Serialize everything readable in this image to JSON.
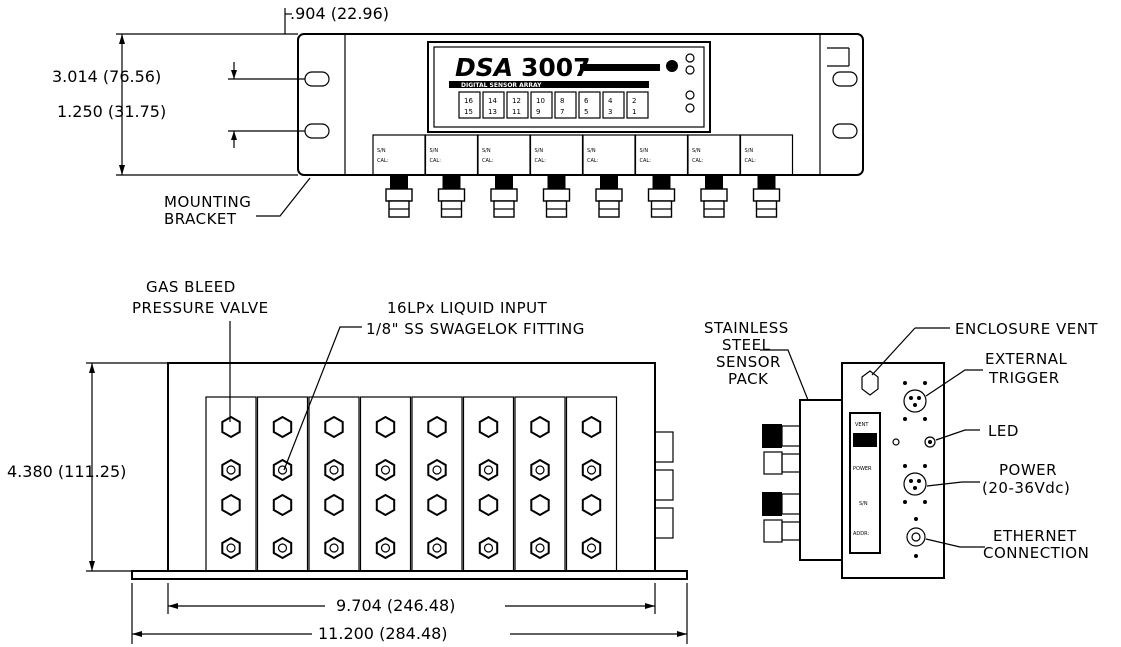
{
  "top_view": {
    "dim_offset": ".904 (22.96)",
    "dim_height": "3.014 (76.56)",
    "dim_hole": "1.250 (31.75)",
    "bracket_label_1": "MOUNTING",
    "bracket_label_2": "BRACKET",
    "brand_logo": "DSA",
    "brand_model": "3007",
    "panel_subtitle": "DIGITAL SENSOR ARRAY",
    "channels_top": [
      "16",
      "14",
      "12",
      "10",
      "8",
      "6",
      "4",
      "2"
    ],
    "channels_bottom": [
      "15",
      "13",
      "11",
      "9",
      "7",
      "5",
      "3",
      "1"
    ],
    "port_label_1": "S/N",
    "port_label_2": "CAL:"
  },
  "side_view": {
    "gas_bleed_1": "GAS BLEED",
    "gas_bleed_2": "PRESSURE VALVE",
    "liquid_input_1": "16LPx LIQUID INPUT",
    "liquid_input_2": "1/8\" SS SWAGELOK FITTING",
    "dim_height": "4.380 (111.25)",
    "dim_inner": "9.704 (246.48)",
    "dim_total": "11.200 (284.48)"
  },
  "end_view": {
    "sensor_pack_1": "STAINLESS",
    "sensor_pack_2": "STEEL",
    "sensor_pack_3": "SENSOR",
    "sensor_pack_4": "PACK",
    "enclosure_vent": "ENCLOSURE VENT",
    "trigger_1": "EXTERNAL",
    "trigger_2": "TRIGGER",
    "led": "LED",
    "power_1": "POWER",
    "power_2": "(20-36Vdc)",
    "ethernet_1": "ETHERNET",
    "ethernet_2": "CONNECTION",
    "panel_vent": "VENT",
    "panel_power": "POWER",
    "panel_sn": "S/N",
    "panel_addr": "ADDR:"
  }
}
